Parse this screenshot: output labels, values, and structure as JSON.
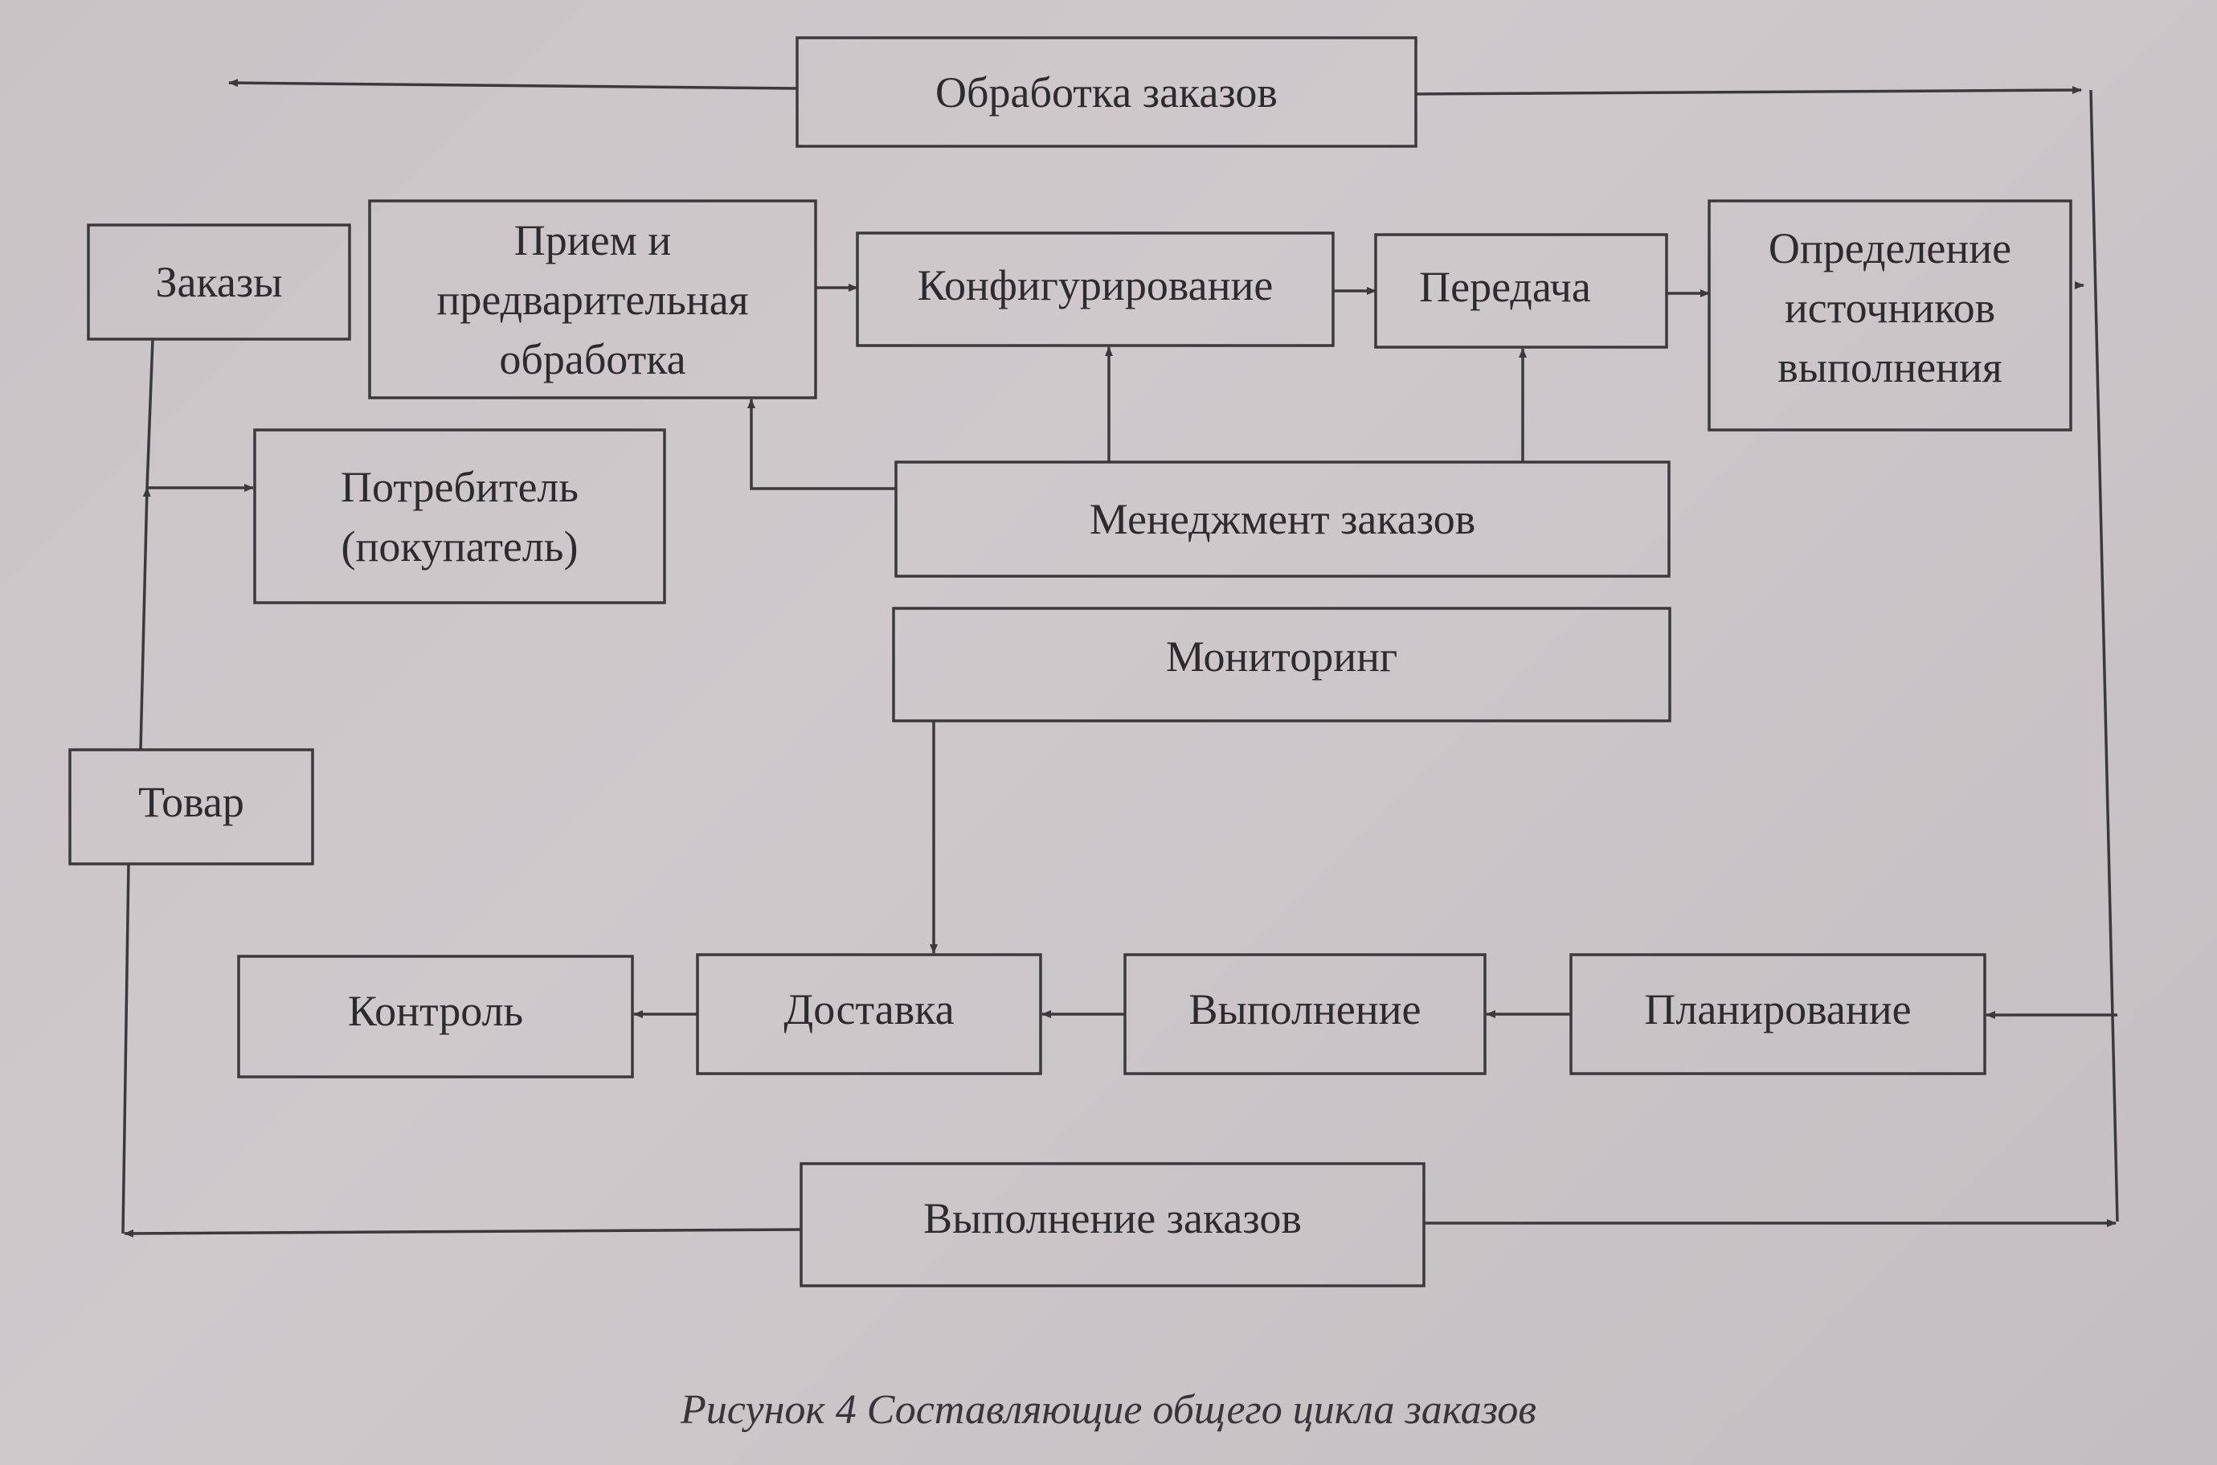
{
  "nodes": {
    "order_processing": "Обработка заказов",
    "orders": "Заказы",
    "reception": "Прием и\nпредварительная\nобработка",
    "configuring": "Конфигурирование",
    "transfer": "Передача",
    "fulfillment_sources": "Определение\nисточников\nвыполнения",
    "consumer": "Потребитель\n(покупатель)",
    "order_management": "Менеджмент заказов",
    "monitoring": "Мониторинг",
    "goods": "Товар",
    "control": "Контроль",
    "delivery": "Доставка",
    "execution": "Выполнение",
    "planning": "Планирование",
    "order_fulfillment": "Выполнение заказов"
  },
  "caption": "Рисунок 4 Составляющие общего  цикла заказов"
}
